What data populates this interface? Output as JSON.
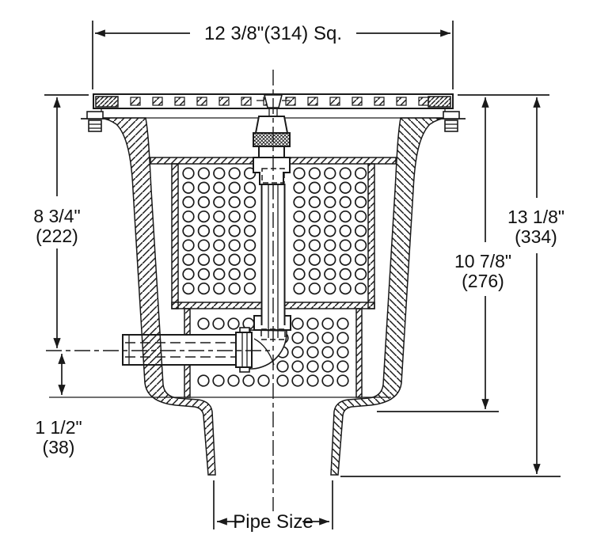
{
  "drawing": {
    "dims": {
      "top_width": "12 3/8\"(314) Sq.",
      "height_upper": "8 3/4\"",
      "height_upper_mm": "(222)",
      "invert": "1 1/2\"",
      "invert_mm": "(38)",
      "height_inner": "10 7/8\"",
      "height_inner_mm": "(276)",
      "height_overall": "13 1/8\"",
      "height_overall_mm": "(334)",
      "outlet": "Pipe Size"
    }
  },
  "colors": {
    "line": "#1a1a1a",
    "background": "#ffffff"
  }
}
